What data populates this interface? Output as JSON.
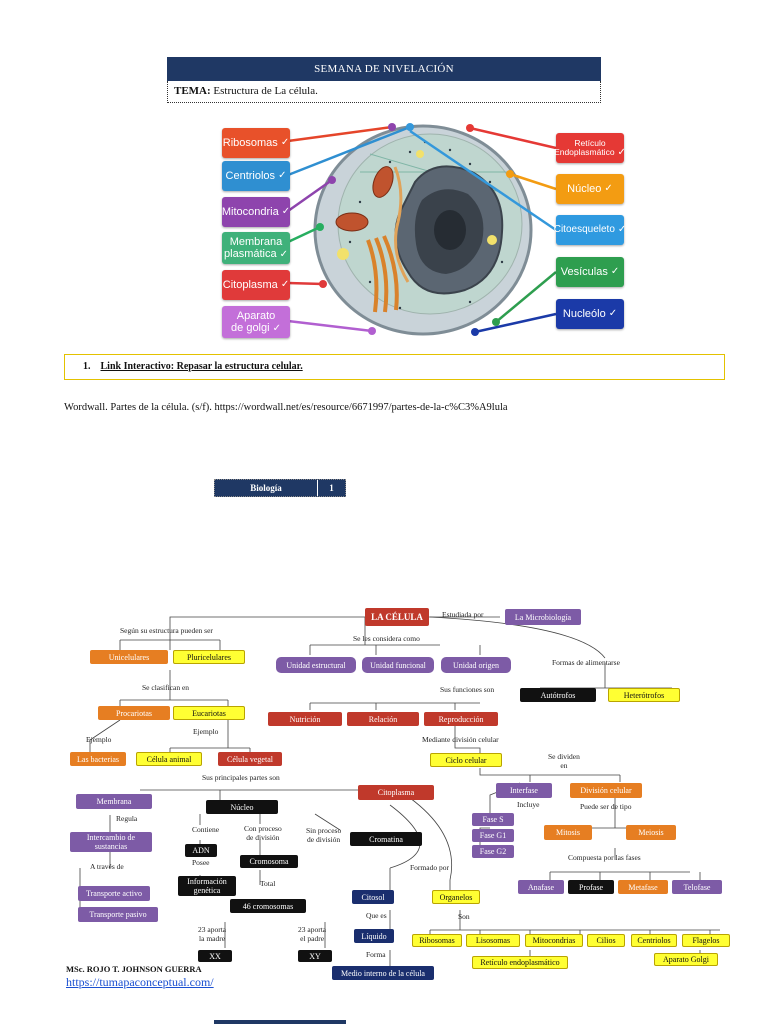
{
  "header": {
    "title": "SEMANA DE NIVELACIÓN",
    "topic_label": "TEMA:",
    "topic_value": "Estructura de La célula."
  },
  "cell_labels": {
    "ribosomas": "Ribosomas",
    "centriolos": "Centriolos",
    "mitocondria": "Mitocondria",
    "membrana_1": "Membrana",
    "membrana_2": "plasmática",
    "citoplasma": "Citoplasma",
    "golgi_1": "Aparato",
    "golgi_2": "de golgi",
    "reticulo_1": "Retículo",
    "reticulo_2": "Endoplasmático",
    "nucleo": "Núcleo",
    "citoesqueleto": "Citoesqueleto",
    "vesiculas": "Vesículas",
    "nucleolo": "Nucleólo",
    "check": "✓"
  },
  "activity": {
    "number": "1.",
    "text": "Link Interactivo: Repasar la estructura celular."
  },
  "reference": "Wordwall. Partes de la célula. (s/f). https://wordwall.net/es/resource/6671997/partes-de-la-c%C3%A9lula",
  "footer": {
    "subject": "Biología",
    "page": "1"
  },
  "concept_map": {
    "root": "LA CÉLULA",
    "studied_by": "Estudiada por",
    "microbiology": "La Microbiología",
    "by_structure": "Según su estructura pueden ser",
    "unicelulares": "Unicelulares",
    "pluricelulares": "Pluricelulares",
    "classified_as": "Se clasifican en",
    "procariotas": "Procariotas",
    "eucariotas": "Eucariotas",
    "example_1": "Ejemplo",
    "example_2": "Ejemplo",
    "bacterias": "Las bacterias",
    "cel_animal": "Célula animal",
    "cel_vegetal": "Célula vegetal",
    "considered_as": "Se les considera como",
    "u_estructural": "Unidad estructural",
    "u_funcional": "Unidad funcional",
    "u_origen": "Unidad origen",
    "feeding": "Formas de alimentarse",
    "autotrofos": "Autótrofos",
    "heterotrofos": "Heterótrofos",
    "functions": "Sus funciones son",
    "nutricion": "Nutrición",
    "relacion": "Relación",
    "reproduccion": "Reproducción",
    "via_division": "Mediante división celular",
    "ciclo": "Ciclo celular",
    "main_parts": "Sus principales partes son",
    "membrana": "Membrana",
    "regula": "Regula",
    "intercambio_1": "Intercambio de",
    "intercambio_2": "sustancias",
    "through": "A través de",
    "t_activo": "Transporte activo",
    "t_pasivo": "Transporte pasivo",
    "nucleo": "Núcleo",
    "contiene": "Contiene",
    "adn": "ADN",
    "posee": "Posee",
    "info_1": "Información",
    "info_2": "genética",
    "with_div_1": "Con proceso",
    "with_div_2": "de división",
    "cromosoma": "Cromosoma",
    "total": "Total",
    "cromosomas46": "46 cromosomas",
    "mother_1": "23 aporta",
    "mother_2": "la madre",
    "father_1": "23 aporta",
    "father_2": "el padre",
    "xx": "XX",
    "xy": "XY",
    "no_div_1": "Sin  proceso",
    "no_div_2": "de división",
    "cromatina": "Cromatina",
    "citoplasma": "Citoplasma",
    "formed_by": "Formado por",
    "citosol": "Citosol",
    "que_es": "Que es",
    "liquido": "Líquido",
    "forma": "Forma",
    "medio": "Medio interno de la célula",
    "organelos": "Organelos",
    "son": "Son",
    "ribosomas": "Ribosomas",
    "lisosomas": "Lisosomas",
    "mitocondrias": "Mitocondrias",
    "cilios": "Cilios",
    "centriolos": "Centriolos",
    "flagelos": "Flagelos",
    "reticulo": "Retículo endoplasmático",
    "golgi": "Aparato Golgi",
    "divide_into_1": "Se dividen",
    "divide_into_2": "en",
    "interfase": "Interfase",
    "incluye": "Incluye",
    "fase_s": "Fase S",
    "fase_g1": "Fase G1",
    "fase_g2": "Fase G2",
    "division": "División celular",
    "can_be": "Puede ser de tipo",
    "mitosis": "Mitosis",
    "meiosis": "Meiosis",
    "phases": "Compuesta por las fases",
    "anafase": "Anafase",
    "profase": "Profase",
    "metafase": "Metafase",
    "telofase": "Telofase"
  },
  "author": "MSc. ROJO T. JOHNSON GUERRA",
  "source_url": "https://tumapaconceptual.com/"
}
